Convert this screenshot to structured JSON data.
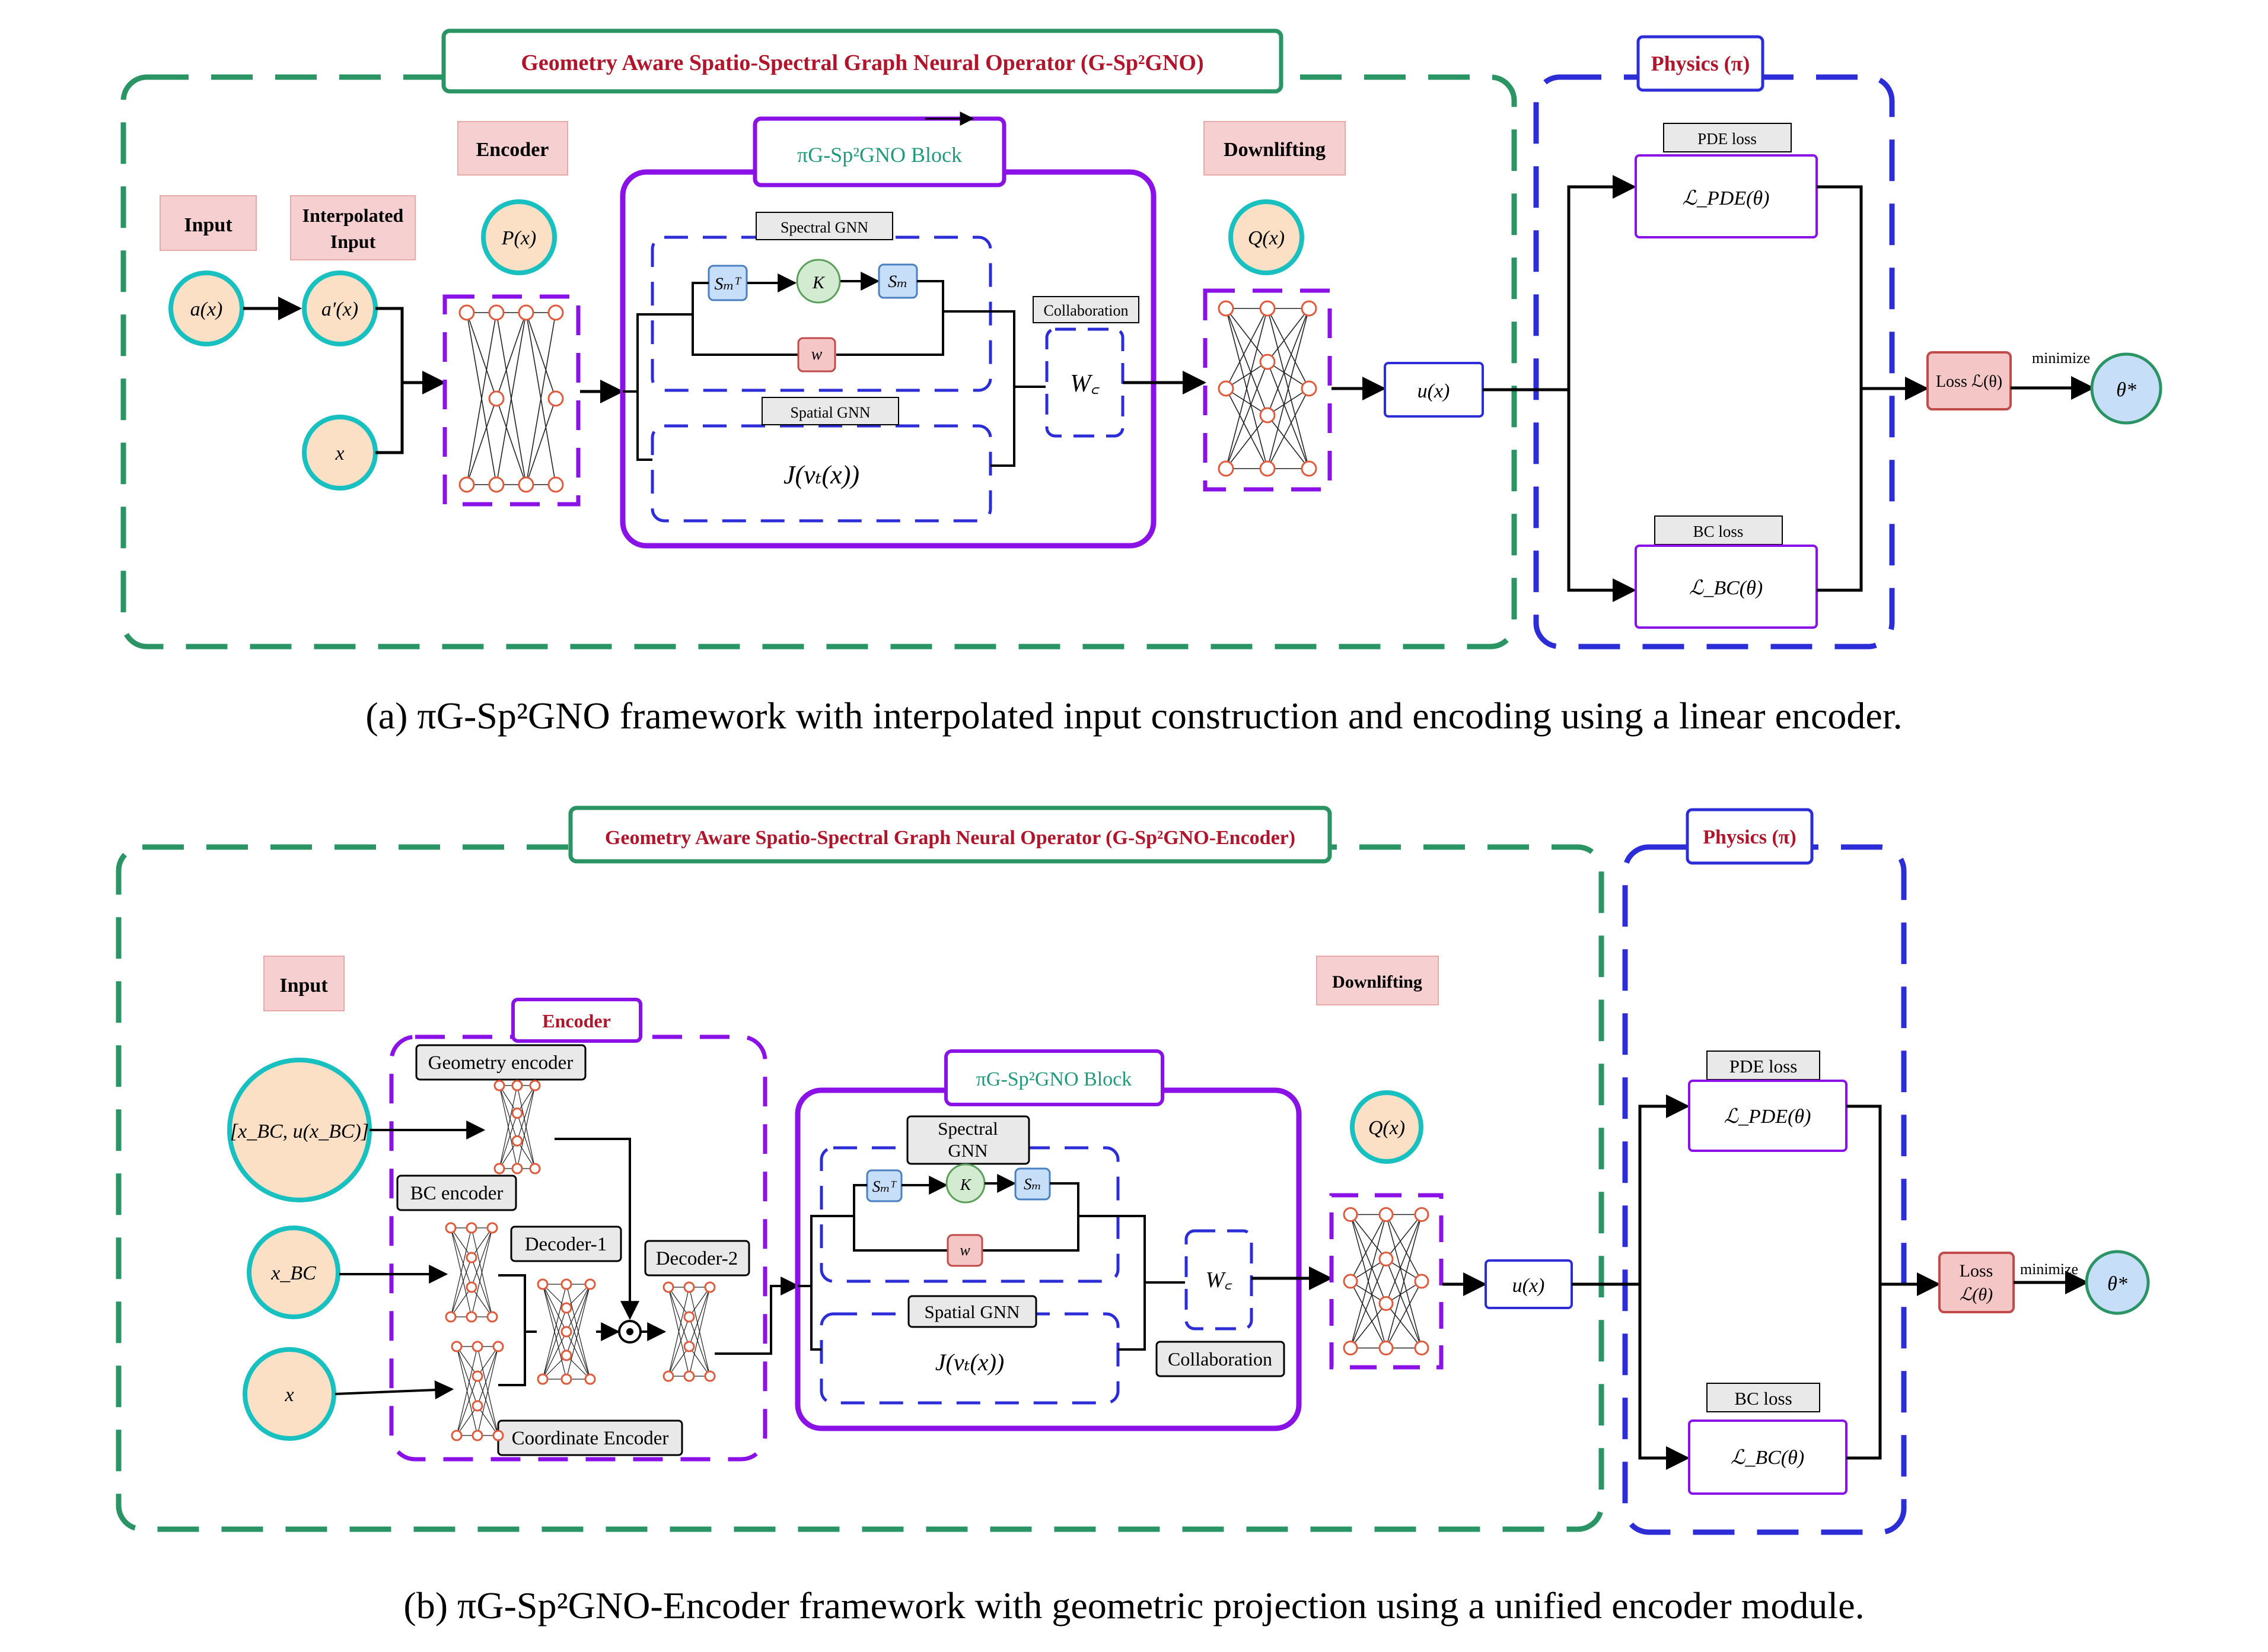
{
  "colors": {
    "green": "#2a9464",
    "blue": "#2d2dd8",
    "purple": "#8a12e6",
    "title_red": "#b0152c",
    "teal_text": "#1f9a7a",
    "pink": "#f6cfd0",
    "peach": "#fbe0c6",
    "teal_ring": "#19c0c0",
    "node": "#e05a3c",
    "light_blue": "#c6def7",
    "light_green": "#d3ecd1",
    "light_red": "#f4c6c6",
    "gray_label": "#e9e9e9"
  },
  "a": {
    "title": "Geometry Aware Spatio-Spectral Graph Neural Operator (G-Sp²GNO)",
    "physics": "Physics (π)",
    "input": "Input",
    "interp_1": "Interpolated",
    "interp_2": "Input",
    "encoder": "Encoder",
    "downlifting": "Downlifting",
    "a_x": "a(x)",
    "a_prime_x": "a′(x)",
    "x": "x",
    "p_x": "P(x)",
    "q_x": "Q(x)",
    "block": "πG-Sp²GNO Block",
    "spectral": "Spectral GNN",
    "spatial": "Spatial GNN",
    "s_t": "Sₘᵀ",
    "k": "K",
    "s_m": "Sₘ",
    "w": "w",
    "j": "J(vₜ(x))",
    "collab": "Collaboration",
    "wc": "W꜀",
    "u_x": "u(x)",
    "pde_label": "PDE loss",
    "pde_math": "ℒ_PDE(θ)",
    "bc_label": "BC loss",
    "bc_math": "ℒ_BC(θ)",
    "loss": "Loss ℒ(θ)",
    "minimize": "minimize",
    "theta": "θ*",
    "caption": "(a) πG-Sp²GNO framework with interpolated input construction and encoding using a linear encoder."
  },
  "b": {
    "title": "Geometry Aware Spatio-Spectral Graph Neural Operator (G-Sp²GNO-Encoder)",
    "physics": "Physics (π)",
    "input": "Input",
    "encoder": "Encoder",
    "downlifting": "Downlifting",
    "in_bc": "[x_BC, u(x_BC)]",
    "x_bc": "x_BC",
    "x": "x",
    "geo_enc": "Geometry encoder",
    "bc_enc": "BC encoder",
    "dec1": "Decoder-1",
    "dec2": "Decoder-2",
    "coord_enc": "Coordinate Encoder",
    "block": "πG-Sp²GNO Block",
    "spectral_1": "Spectral",
    "spectral_2": "GNN",
    "spatial": "Spatial GNN",
    "s_t": "Sₘᵀ",
    "k": "K",
    "s_m": "Sₘ",
    "w": "w",
    "j": "J(vₜ(x))",
    "collab": "Collaboration",
    "wc": "W꜀",
    "q_x": "Q(x)",
    "u_x": "u(x)",
    "pde_label": "PDE loss",
    "pde_math": "ℒ_PDE(θ)",
    "bc_label": "BC loss",
    "bc_math": "ℒ_BC(θ)",
    "loss_1": "Loss",
    "loss_2": "ℒ(θ)",
    "minimize": "minimize",
    "theta": "θ*",
    "caption": "(b) πG-Sp²GNO-Encoder framework with geometric projection using a unified encoder module."
  }
}
